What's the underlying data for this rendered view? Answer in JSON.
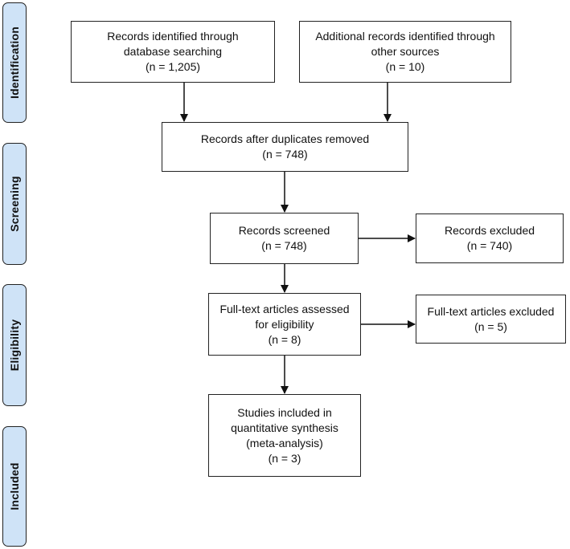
{
  "phases": {
    "identification": "Identification",
    "screening": "Screening",
    "eligibility": "Eligibility",
    "included": "Included"
  },
  "boxes": {
    "db_search": {
      "lines": [
        "Records identified through",
        "database searching",
        "(n = 1,205)"
      ]
    },
    "other_sources": {
      "lines": [
        "Additional records identified through",
        "other sources",
        "(n = 10)"
      ]
    },
    "duplicates_removed": {
      "lines": [
        "Records after duplicates removed",
        "(n = 748)"
      ]
    },
    "screened": {
      "lines": [
        "Records screened",
        "(n = 748)"
      ]
    },
    "excluded": {
      "lines": [
        "Records excluded",
        "(n = 740)"
      ]
    },
    "fulltext_assessed": {
      "lines": [
        "Full-text articles assessed",
        "for eligibility",
        "(n = 8)"
      ]
    },
    "fulltext_excluded": {
      "lines": [
        "Full-text articles excluded",
        "(n = 5)"
      ]
    },
    "included": {
      "lines": [
        "Studies included in",
        "quantitative synthesis",
        "(meta-analysis)",
        "(n = 3)"
      ]
    }
  }
}
